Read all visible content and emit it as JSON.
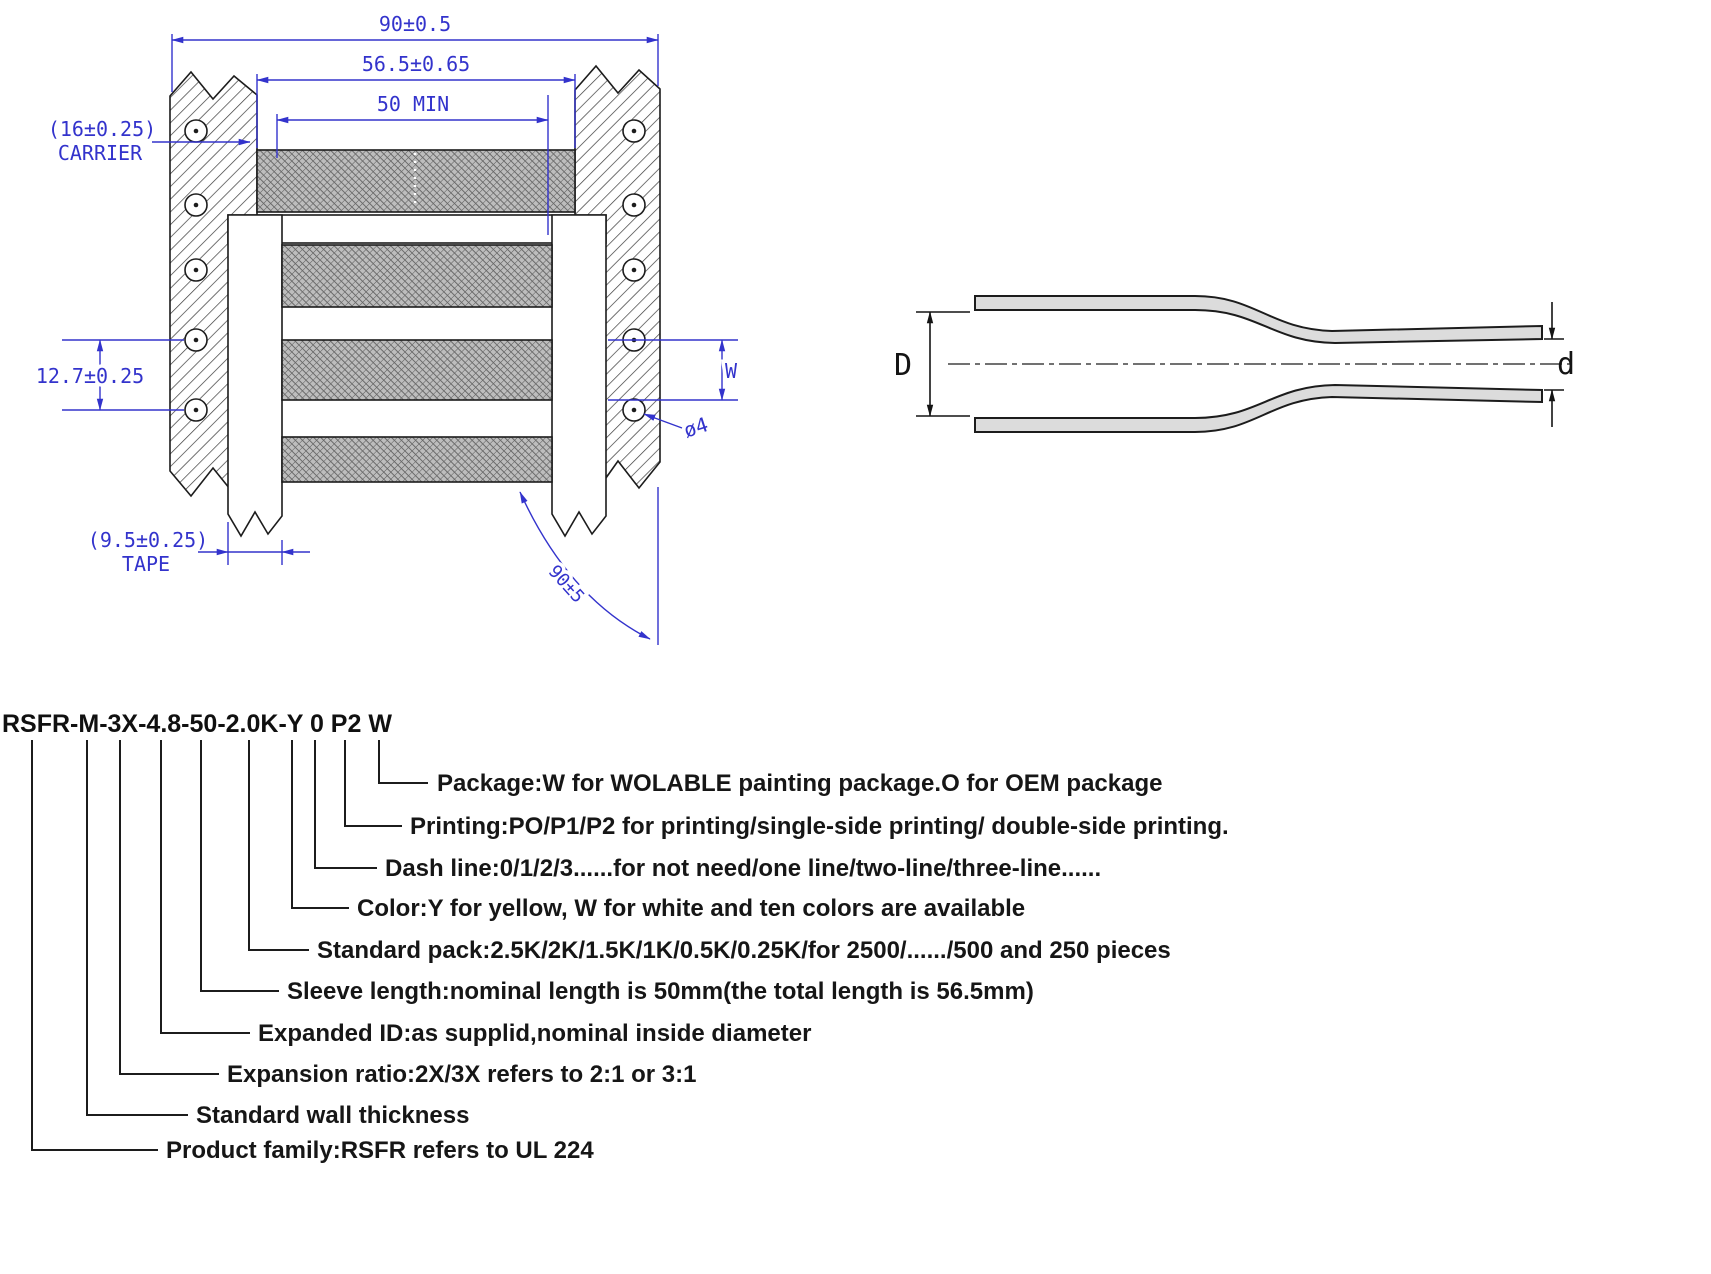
{
  "colors": {
    "dimension_blue": "#3333cc",
    "drawing_black": "#1c1c1c",
    "wall_gray": "#dcdcdc"
  },
  "reel_drawing": {
    "dim_overall": "90±0.5",
    "dim_total_length": "56.5±0.65",
    "dim_min_length": "50 MIN",
    "carrier_value": "(16±0.25)",
    "carrier_label": "CARRIER",
    "dim_hole_pitch": "12.7±0.25",
    "dim_width_label": "W",
    "dim_hole_dia": "ø4",
    "tape_value": "(9.5±0.25)",
    "tape_label": "TAPE",
    "dim_peel_angle": "90±5"
  },
  "tube_profile": {
    "expanded_dia_label": "D",
    "recovered_dia_label": "d"
  },
  "part_number": {
    "code": "RSFR-M-3X-4.8-50-2.0K-Y 0 P2 W",
    "legend": [
      "Package:W for WOLABLE painting package.O for OEM package",
      "Printing:PO/P1/P2 for printing/single-side printing/ double-side printing.",
      "Dash line:0/1/2/3......for not need/one line/two-line/three-line......",
      "Color:Y for yellow, W for white and ten colors are available",
      "Standard pack:2.5K/2K/1.5K/1K/0.5K/0.25K/for 2500/....../500 and 250 pieces",
      "Sleeve length:nominal length is 50mm(the total length is 56.5mm)",
      "Expanded ID:as supplid,nominal inside diameter",
      "Expansion ratio:2X/3X refers to 2:1 or 3:1",
      "Standard wall thickness",
      "Product family:RSFR refers to UL 224"
    ]
  }
}
